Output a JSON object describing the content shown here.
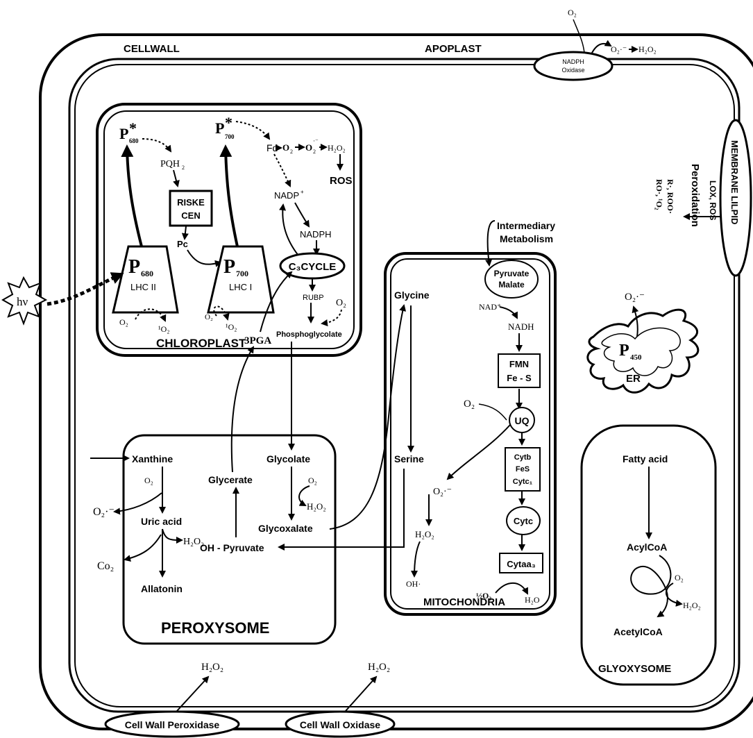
{
  "compartments": {
    "cellwall": "CELLWALL",
    "apoplast": "APOPLAST",
    "chloroplast": "CHLOROPLAST",
    "peroxysome": "PEROXYSOME",
    "mitochondria": "MITOCHONDRIA",
    "glyoxysome": "GLYOXYSOME",
    "er": "ER",
    "membrane_lipid": "MEMBRANE LILPID"
  },
  "enzymes": {
    "nadph_oxidase_1": "NADPH",
    "nadph_oxidase_2": "Oxidase",
    "cell_wall_peroxidase": "Cell Wall Peroxidase",
    "cell_wall_oxidase": "Cell Wall Oxidase"
  },
  "chloroplast": {
    "p680_star": "P",
    "p680_sub": "680",
    "p700_star": "P",
    "p700_sub": "700",
    "star": "*",
    "pqh": "PQH",
    "pqh_sub": "2",
    "riske_1": "RISKE",
    "riske_2": "CEN",
    "pc": "Pc",
    "p680": "P",
    "p680_box_sub": "680",
    "lhc2": "LHC II",
    "p700": "P",
    "p700_box_sub": "700",
    "lhc1": "LHC I",
    "fd": "Fd",
    "o2": "O",
    "o2_sub": "2",
    "o2rad": "O",
    "o2rad_sub": "2",
    "o2rad_sup": "·⁻",
    "h2o2": "H₂O₂",
    "ros": "ROS",
    "nadp": "NADP",
    "nadp_sup": "+",
    "nadph": "NADPH",
    "c3cycle": "C₃CYCLE",
    "rubp": "RUBP",
    "o2_right": "O₂",
    "singlet_1": "¹O₂",
    "singlet_2": "¹O₂",
    "o2_left_1": "O₂",
    "o2_left_2": "O₂",
    "pga": "3PGA",
    "phosphoglycolate": "Phosphoglycolate"
  },
  "light": "hν",
  "apoplast_reactions": {
    "o2_top": "O₂",
    "o2rad_top": "O₂·⁻",
    "h2o2_top": "H₂O₂"
  },
  "membrane": {
    "peroxidation": "Peroxidation",
    "lox_ros": "LOX, ROS",
    "products_1": "R·, ROO·",
    "products_2": "RO·, ¹O₂"
  },
  "mitochondria": {
    "intermediary_1": "Intermediary",
    "intermediary_2": "Metabolism",
    "pyruvate": "Pyruvate",
    "malate": "Malate",
    "nad": "NAD⁺",
    "nadh": "NADH",
    "fmn": "FMN",
    "fes": "Fe - S",
    "o2": "O₂",
    "uq": "UQ",
    "cytb": "Cytb",
    "fes2": "FeS",
    "cytc1": "Cytc₁",
    "cytc": "Cytc",
    "cytaa3": "Cytaa₃",
    "half_o2": "½O₂",
    "h2o": "H₂O",
    "o2rad": "O₂·⁻",
    "h2o2": "H₂O₂",
    "oh": "OH·"
  },
  "pathway": {
    "glycine": "Glycine",
    "serine": "Serine"
  },
  "peroxysome": {
    "xanthine": "Xanthine",
    "o2_1": "O₂",
    "o2rad": "O₂·⁻",
    "uric_acid": "Uric acid",
    "h2o2_1": "H₂O₂",
    "co2": "Co₂",
    "allatonin": "Allatonin",
    "glycerate": "Glycerate",
    "oh_pyruvate": "OH - Pyruvate",
    "glycolate": "Glycolate",
    "o2_2": "O₂",
    "h2o2_2": "H₂O₂",
    "glycoxalate": "Glycoxalate"
  },
  "er_detail": {
    "o2rad": "O₂·⁻",
    "p450": "P",
    "p450_sub": "450"
  },
  "glyoxysome": {
    "fatty_acid": "Fatty acid",
    "acylcoa": "AcylCoA",
    "o2": "O₂",
    "h2o2": "H₂O₂",
    "acetylcoa": "AcetylCoA"
  },
  "wall_products": {
    "h2o2_left": "H₂O₂",
    "h2o2_right": "H₂O₂"
  }
}
